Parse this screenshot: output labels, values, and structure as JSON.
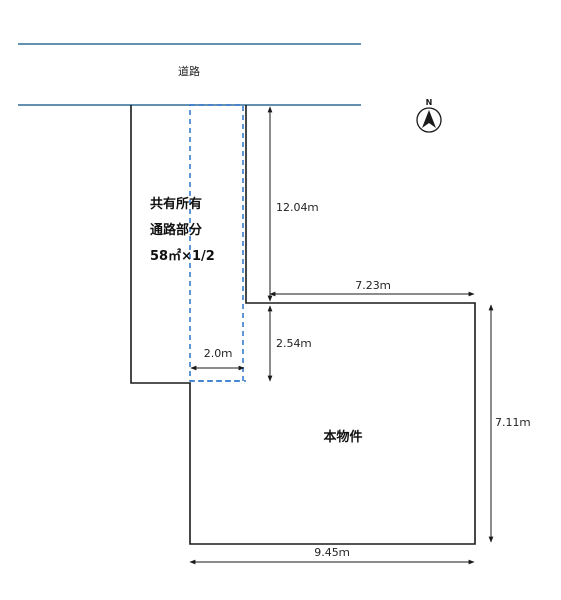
{
  "road": {
    "label": "道路",
    "line_color": "#2f6f95"
  },
  "north_arrow": {
    "letter": "N",
    "icon": "north-arrow-icon"
  },
  "shared_passage": {
    "line1": "共有所有",
    "line2": "通路部分",
    "line3": "58㎡×1/2",
    "dash_color": "#2d74c9"
  },
  "property": {
    "label": "本物件"
  },
  "dimensions": {
    "passage_length": "12.04ｍ",
    "passage_width": "2.0ｍ",
    "offset": "2.54ｍ",
    "top_width": "7.23ｍ",
    "right_height": "7.11ｍ",
    "bottom_width": "9.45ｍ"
  },
  "colors": {
    "lines": "#1a1a1a"
  }
}
